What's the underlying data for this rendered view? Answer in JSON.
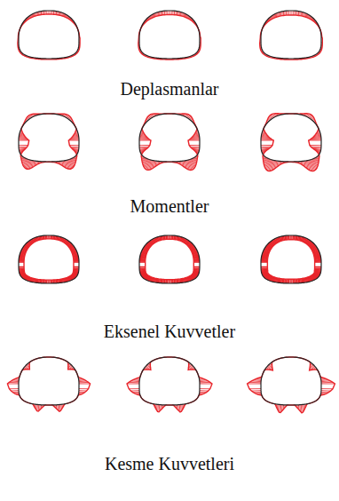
{
  "diagram": {
    "labels": [
      "Deplasmanlar",
      "Momentler",
      "Eksenel Kuvvetler",
      "Kesme Kuvvetleri"
    ]
  }
}
